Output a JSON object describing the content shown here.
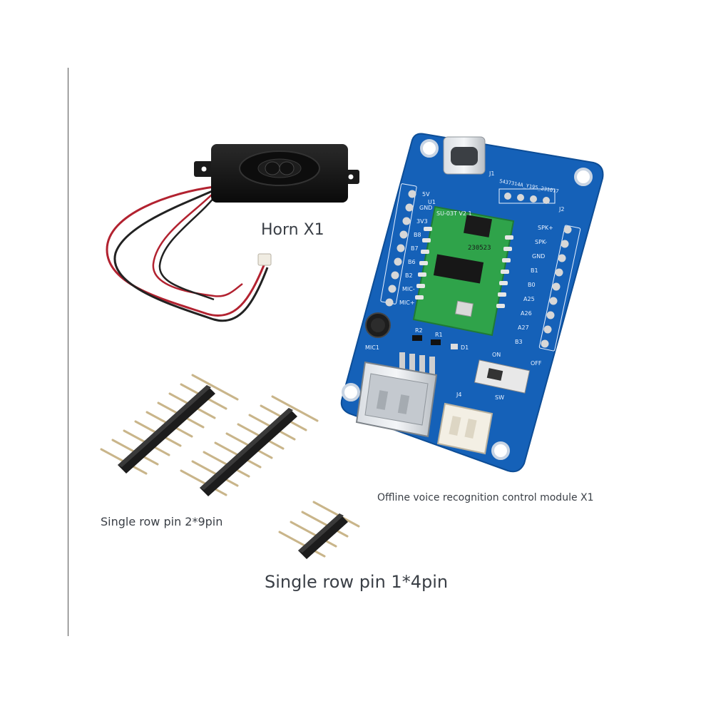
{
  "captions": {
    "horn": "Horn X1",
    "module": "Offline voice recognition control module X1",
    "pin_2x9": "Single row pin 2*9pin",
    "pin_1x4": "Single row pin 1*4pin"
  },
  "board": {
    "serial": "5437314A_Y195_231017",
    "module_name": "SU-03T V2.1",
    "module_date": "230523",
    "left_pins": [
      "5V",
      "GND",
      "3V3",
      "B8",
      "B7",
      "B6",
      "B2",
      "MIC-",
      "MIC+"
    ],
    "right_pins": [
      "SPK+",
      "SPK-",
      "GND",
      "B1",
      "B0",
      "A25",
      "A26",
      "A27",
      "B3"
    ],
    "labels": {
      "j1": "J1",
      "j2": "J2",
      "u1": "U1",
      "j4": "J4",
      "sw": "SW",
      "on": "ON",
      "off": "OFF",
      "mic": "MIC1",
      "r1": "R1",
      "r2": "R2",
      "d1": "D1"
    }
  },
  "colors": {
    "pcb": "#1561b8",
    "module_pcb": "#2fa34a",
    "header": "#1c1c1c",
    "pin": "#c9b58a",
    "speaker": "#151515",
    "wire_red": "#b22230",
    "wire_black": "#222222"
  }
}
